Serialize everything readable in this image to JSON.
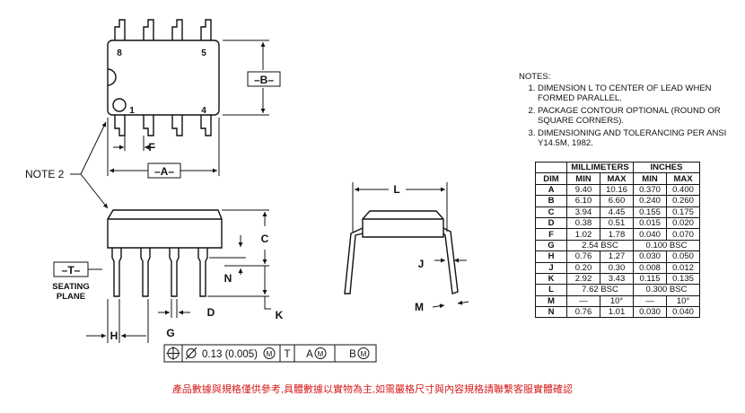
{
  "package_drawing": {
    "top_view": {
      "pin_labels": [
        "8",
        "5",
        "1",
        "4"
      ],
      "dims": {
        "b": "–B–",
        "a": "–A–",
        "f": "F"
      }
    },
    "front_view": {
      "note_label": "NOTE 2",
      "datum_t": "–T–",
      "seating_plane": [
        "SEATING",
        "PLANE"
      ],
      "dims": {
        "c": "C",
        "n": "N",
        "d": "D",
        "k": "K",
        "h": "H",
        "g": "G"
      }
    },
    "end_view": {
      "dims": {
        "l": "L",
        "j": "J",
        "m": "M"
      }
    },
    "tolerance_frame": {
      "position_symbol": "⊕",
      "diameter_symbol": "∅",
      "value": "0.13 (0.005)",
      "mmc": "M",
      "datums": [
        "T",
        "A",
        "B"
      ]
    }
  },
  "notes": {
    "title": "NOTES:",
    "items": [
      "DIMENSION L TO CENTER OF LEAD WHEN FORMED PARALLEL.",
      "PACKAGE CONTOUR OPTIONAL (ROUND OR SQUARE CORNERS).",
      "DIMENSIONING AND TOLERANCING PER ANSI Y14.5M, 1982."
    ]
  },
  "dimension_table": {
    "group_headers": [
      "MILLIMETERS",
      "INCHES"
    ],
    "columns": [
      "DIM",
      "MIN",
      "MAX",
      "MIN",
      "MAX"
    ],
    "rows": [
      [
        "A",
        "9.40",
        "10.16",
        "0.370",
        "0.400"
      ],
      [
        "B",
        "6.10",
        "6.60",
        "0.240",
        "0.260"
      ],
      [
        "C",
        "3.94",
        "4.45",
        "0.155",
        "0.175"
      ],
      [
        "D",
        "0.38",
        "0.51",
        "0.015",
        "0.020"
      ],
      [
        "F",
        "1.02",
        "1.78",
        "0.040",
        "0.070"
      ],
      [
        "G",
        "2.54 BSC",
        "0.100 BSC"
      ],
      [
        "H",
        "0.76",
        "1.27",
        "0.030",
        "0.050"
      ],
      [
        "J",
        "0.20",
        "0.30",
        "0.008",
        "0.012"
      ],
      [
        "K",
        "2.92",
        "3.43",
        "0.115",
        "0.135"
      ],
      [
        "L",
        "7.62 BSC",
        "0.300 BSC"
      ],
      [
        "M",
        "—",
        "10°",
        "—",
        "10°"
      ],
      [
        "N",
        "0.76",
        "1.01",
        "0.030",
        "0.040"
      ]
    ]
  },
  "footer_text": "產品數據與規格僅供參考,具體數據以實物為主,如需嚴格尺寸與內容規格請聯繫客服實體確認"
}
